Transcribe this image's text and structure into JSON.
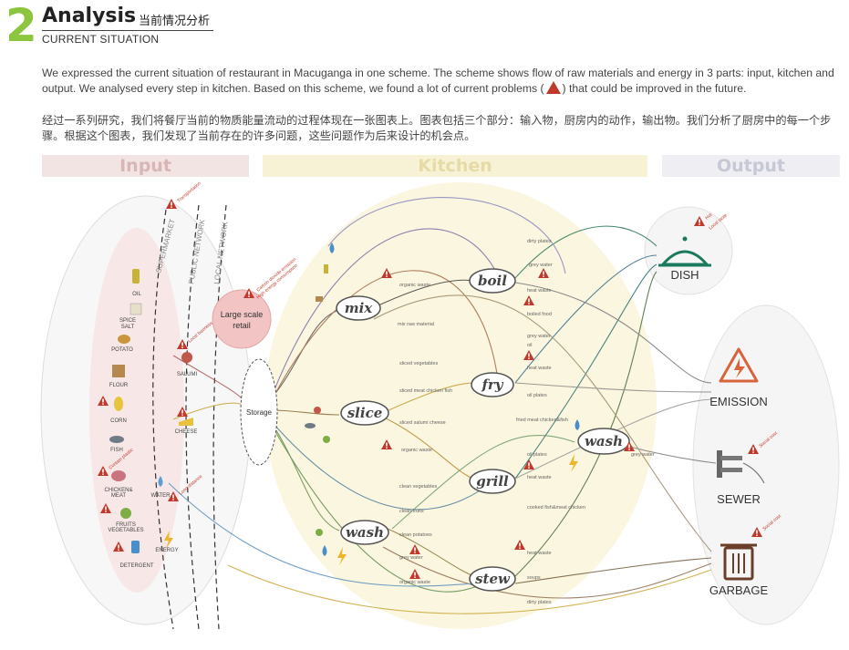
{
  "header": {
    "number": "2",
    "title": "Analysis",
    "title_cn": "当前情况分析",
    "subtitle": "CURRENT SITUATION"
  },
  "intro": {
    "en_before_icon": "We expressed the current situation of restaurant in Macuganga in one scheme. The scheme shows flow of raw materials and energy in 3 parts: input, kitchen and output.  We analysed every step in kitchen. Based on this scheme, we found a lot of current problems (",
    "en_after_icon": ")  that could be improved in the future.",
    "cn": "经过一系列研究，我们将餐厅当前的物质能量流动的过程体现在一张图表上。图表包括三个部分：输入物，厨房内的动作，输出物。我们分析了厨房中的每一个步骤。根据这个图表，我们发现了当前存在的许多问题，这些问题作为后来设计的机会点。"
  },
  "sections": {
    "input": "Input",
    "kitchen": "Kitchen",
    "output": "Output"
  },
  "networks": {
    "supermarket": "SUPERMARKET",
    "public": "PUBLIC NETWORK",
    "local": "LOCAL NETWORK"
  },
  "inputs": [
    "OIL",
    "SPICE",
    "SALT",
    "POTATO",
    "FLOUR",
    "CORN",
    "FISH",
    "CHICKEN&",
    "MEAT",
    "FRUITS",
    "VEGETABLES",
    "DETERGENT"
  ],
  "public_items": [
    "SALUMI",
    "CHEESE",
    "WATER",
    "ENERGY"
  ],
  "retail": {
    "line1": "Large scale",
    "line2": "retail"
  },
  "storage": "Storage",
  "actions": [
    "mix",
    "slice",
    "wash",
    "boil",
    "fry",
    "grill",
    "stew",
    "wash"
  ],
  "outputs": [
    "DISH",
    "EMISSION",
    "SEWER",
    "GARBAGE"
  ],
  "warnings": [
    "Transportation",
    "Carbon dioxide emission",
    "High energy consumption",
    "Local business",
    "Contain plastic",
    "Long distance",
    "Hot",
    "Local taste",
    "Social cost",
    "Social cost"
  ],
  "mid_labels": [
    "mix raw material",
    "organic waste",
    "sliced vegetables",
    "sliced meat chicken fish",
    "sliced salumi cheese",
    "organic waste",
    "clean vegetables",
    "clean fruits",
    "clean potatoes",
    "grey water",
    "organic waste",
    "dirty plates",
    "grey water",
    "heat waste",
    "boiled food",
    "grey water",
    "oil",
    "heat waste",
    "oil plates",
    "fried meat chicken&fish",
    "oil plates",
    "heat waste",
    "cooked fish&meat chicken",
    "heat waste",
    "soups",
    "dirty plates",
    "grey water"
  ],
  "colors": {
    "accent_green": "#8cc63f",
    "warning_red": "#c0392b",
    "input_band": "#f3e4e4",
    "kitchen_band": "#f7f1d6",
    "output_band": "#eeeef3"
  }
}
